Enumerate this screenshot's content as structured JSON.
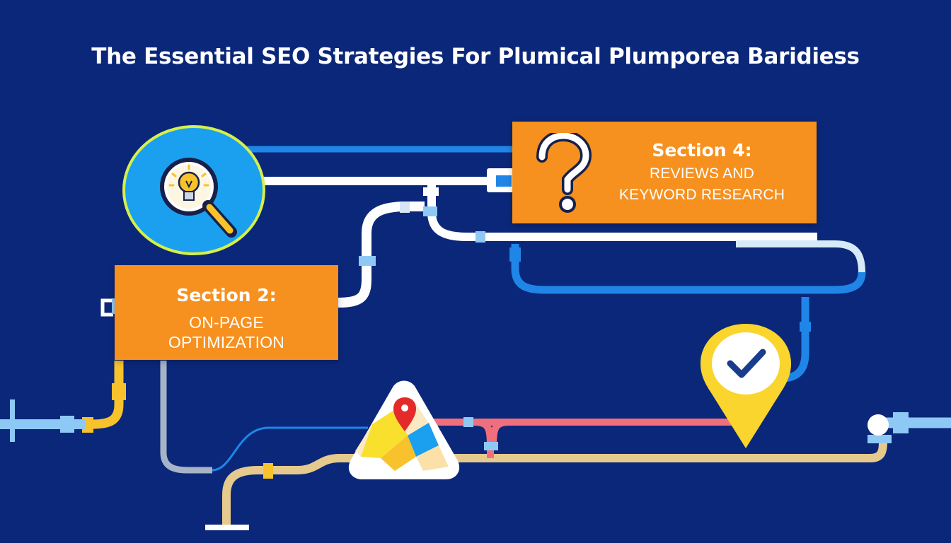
{
  "title": "The Essential SEO Strategies For Plumical Plumporea Baridiess",
  "sections": [
    {
      "heading": "Section 2:",
      "lines": [
        "ON-PAGE",
        "OPTIMIZATION"
      ]
    },
    {
      "heading": "Section 4:",
      "lines": [
        "REVIEWS AND",
        "KEYWORD RESEARCH"
      ]
    }
  ],
  "icons": {
    "search": "magnifier-lightbulb-icon",
    "question": "question-mark-icon",
    "map": "map-pin-icon",
    "check": "checkmark-pin-icon"
  },
  "colors": {
    "background": "#0b2779",
    "card": "#f6901e",
    "pipe_white": "#ffffff",
    "pipe_light_blue": "#8ec9f5",
    "pipe_blue": "#1f86e8",
    "pipe_yellow": "#f7c22b",
    "pipe_gray": "#a7b3c7",
    "pipe_tan": "#e6c98d",
    "pipe_pink": "#f06f7d",
    "pin_yellow": "#f9d52d",
    "circle_blue": "#1aa0ef",
    "circle_ring": "#d6f04a"
  }
}
